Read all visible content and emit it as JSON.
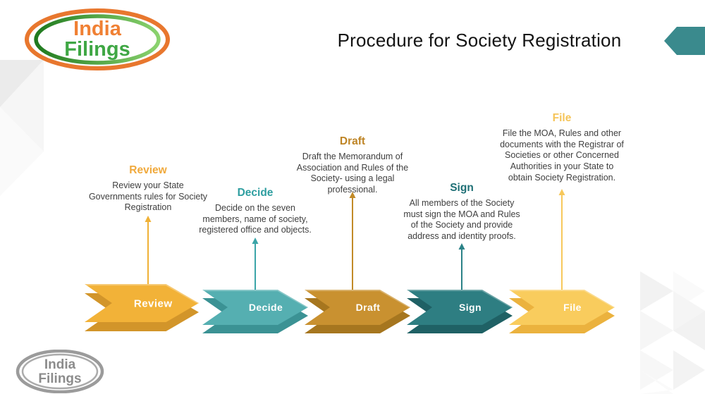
{
  "title": "Procedure for Society Registration",
  "logo": {
    "line1": "India",
    "line2": "Filings"
  },
  "footer_logo": {
    "line1": "India",
    "line2": "Filings"
  },
  "steps": [
    {
      "id": "review",
      "label": "Review",
      "heading": "Review",
      "description_lines": [
        "Review your State",
        "Governments rules for Society",
        "Registration"
      ],
      "colors": {
        "main": "#F2B238",
        "shade": "#D2952A",
        "heading": "#F0A93C",
        "connector": "#F0B136"
      }
    },
    {
      "id": "decide",
      "label": "Decide",
      "heading": "Decide",
      "description_lines": [
        "Decide on the seven",
        "members, name of society,",
        "registered office and objects."
      ],
      "colors": {
        "main": "#55AFB1",
        "shade": "#3B9294",
        "heading": "#2E9EA0",
        "connector": "#3AA5A8"
      }
    },
    {
      "id": "draft",
      "label": "Draft",
      "heading": "Draft",
      "description_lines": [
        "Draft the Memorandum of",
        "Association and Rules of the",
        "Society-  using a legal",
        "professional."
      ],
      "colors": {
        "main": "#C99130",
        "shade": "#A6761F",
        "heading": "#BE8425",
        "connector": "#C18A28"
      }
    },
    {
      "id": "sign",
      "label": "Sign",
      "heading": "Sign",
      "description_lines": [
        "All members of the Society",
        "must sign the MOA and Rules",
        "of the Society and provide",
        "address and identity proofs."
      ],
      "colors": {
        "main": "#2E7E82",
        "shade": "#1F6165",
        "heading": "#1F7076",
        "connector": "#2B8287"
      }
    },
    {
      "id": "file",
      "label": "File",
      "heading": "File",
      "description_lines": [
        "File the MOA, Rules and other",
        "documents with the Registrar of",
        "Societies or other Concerned",
        "Authorities in your State to",
        "obtain Society Registration."
      ],
      "colors": {
        "main": "#F9CC5D",
        "shade": "#EBB23E",
        "heading": "#F5C458",
        "connector": "#F7C85B"
      }
    }
  ],
  "decor": {
    "corner_arrow_color": "#3A8A8D",
    "logo_ring_orange": "#E8772E",
    "logo_text_orange": "#F08033",
    "logo_text_green": "#3FA744",
    "gray_logo_ring": "#9B9B9B",
    "gray_logo_text": "#8C8C8C"
  }
}
